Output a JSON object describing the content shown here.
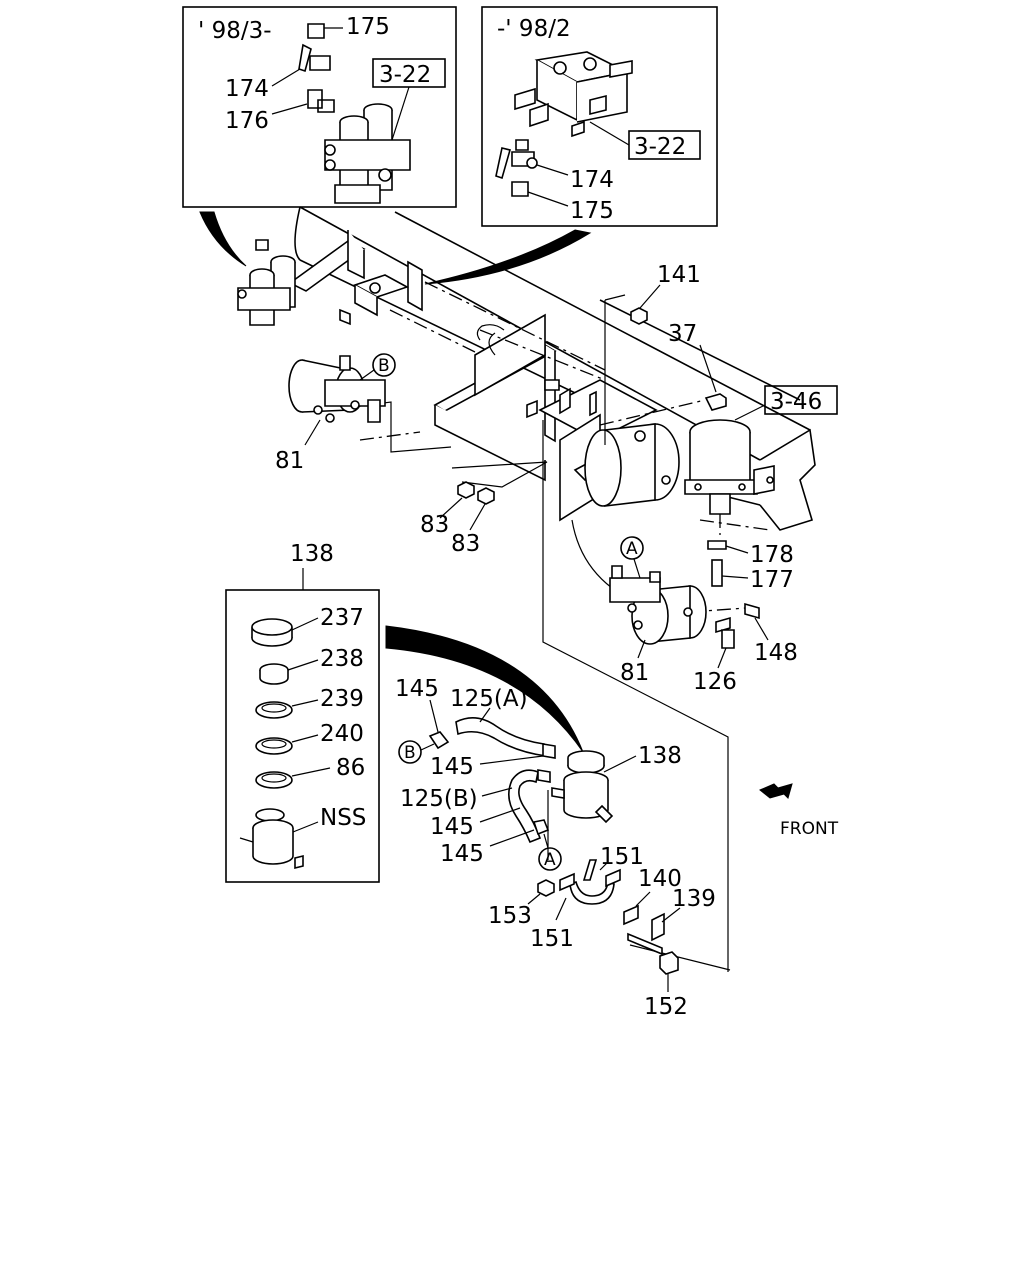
{
  "insets": {
    "left": {
      "date_label": "' 98/3-",
      "ref_box": "3-22"
    },
    "right": {
      "date_label": "-' 98/2",
      "ref_box": "3-22"
    }
  },
  "ref_box_main": "3-46",
  "callouts": {
    "p175a": "175",
    "p174a": "174",
    "p176": "176",
    "p174b": "174",
    "p175b": "175",
    "p141": "141",
    "p37": "37",
    "p81a": "81",
    "p83a": "83",
    "p83b": "83",
    "p178": "178",
    "p177": "177",
    "p138a": "138",
    "p237": "237",
    "p238": "238",
    "p239": "239",
    "p240": "240",
    "p86": "86",
    "pNSS": "NSS",
    "p145a": "145",
    "p125a": "125(A)",
    "p145b": "145",
    "p125b": "125(B)",
    "p145c": "145",
    "p145d": "145",
    "p138b": "138",
    "p81b": "81",
    "p126": "126",
    "p148": "148",
    "p151a": "151",
    "p151b": "151",
    "p153": "153",
    "p140": "140",
    "p139": "139",
    "p152": "152"
  },
  "markers": {
    "a1": "A",
    "a2": "A",
    "b1": "B",
    "b2": "B"
  },
  "front_label": "FRONT",
  "icons": [
    "front-arrow-icon",
    "circle-marker-icon"
  ]
}
